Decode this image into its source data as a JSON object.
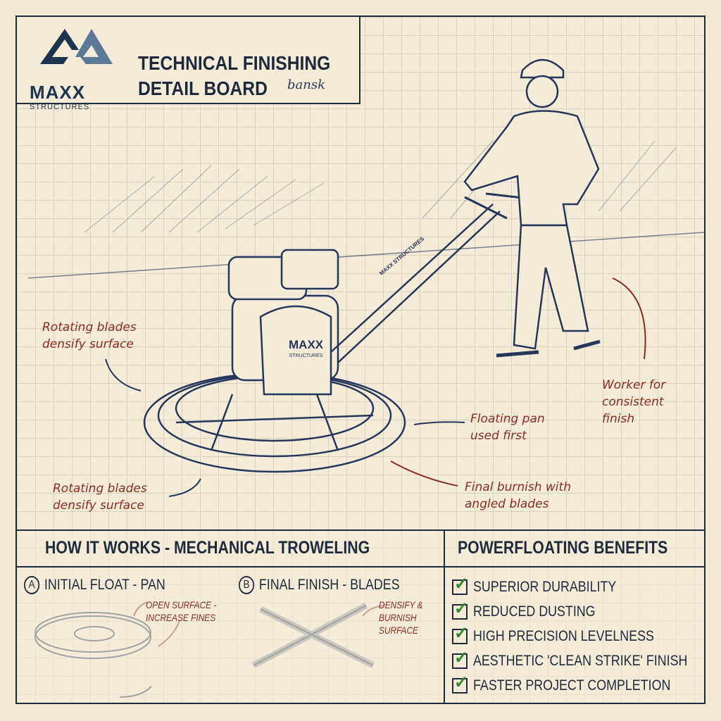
{
  "header": {
    "brand_name": "MAXX",
    "brand_sub": "STRUCTURES",
    "title_line1": "TECHNICAL FINISHING",
    "title_line2": "DETAIL BOARD",
    "signature": "bansk"
  },
  "machine": {
    "brand_label": "MAXX",
    "brand_sub": "STRUCTURES",
    "handle_label": "MAXX STRUCTURES"
  },
  "annotations": [
    {
      "line1": "Rotating blades",
      "line2": "densify surface"
    },
    {
      "line1": "Worker for",
      "line2": "consistent",
      "line3": "finish"
    },
    {
      "line1": "Floating pan",
      "line2": "used first"
    },
    {
      "line1": "Rotating blades",
      "line2": "densify surface"
    },
    {
      "line1": "Final burnish with",
      "line2": "angled blades"
    }
  ],
  "how_it_works": {
    "title": "HOW IT WORKS - MECHANICAL TROWELING",
    "step_a": {
      "marker": "A",
      "label": "INITIAL FLOAT - PAN",
      "note1": "OPEN SURFACE -",
      "note2": "INCREASE FINES"
    },
    "step_b": {
      "marker": "B",
      "label": "FINAL FINISH - BLADES",
      "note1": "DENSIFY &",
      "note2": "BURNISH",
      "note3": "SURFACE"
    }
  },
  "benefits": {
    "title": "POWERFLOATING BENEFITS",
    "items": [
      "SUPERIOR DURABILITY",
      "REDUCED DUSTING",
      "HIGH PRECISION LEVELNESS",
      "AESTHETIC 'CLEAN STRIKE' FINISH",
      "FASTER PROJECT COMPLETION"
    ]
  },
  "colors": {
    "ink": "#1e2a3c",
    "note": "#8a2c20",
    "paper": "#f4ecd9",
    "check": "#2f8a2a"
  }
}
